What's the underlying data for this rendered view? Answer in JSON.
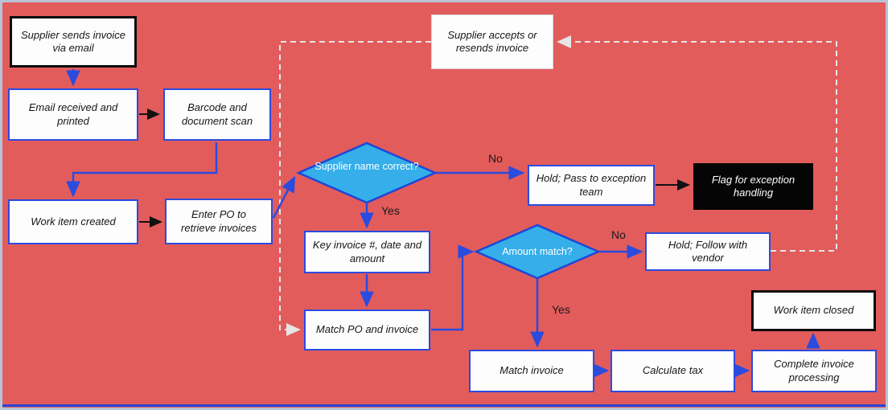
{
  "diagram": {
    "nodes": {
      "start": {
        "label": "Supplier sends invoice via email"
      },
      "email_received": {
        "label": "Email received and printed"
      },
      "barcode_scan": {
        "label": "Barcode and document scan"
      },
      "work_item_created": {
        "label": "Work item created"
      },
      "enter_po": {
        "label": "Enter PO to retrieve invoices"
      },
      "supplier_name_correct": {
        "label": "Supplier name correct?"
      },
      "key_invoice": {
        "label": "Key invoice #, date and amount"
      },
      "match_po_invoice": {
        "label": "Match PO and invoice"
      },
      "amount_match": {
        "label": "Amount match?"
      },
      "hold_exception": {
        "label": "Hold; Pass to exception team"
      },
      "flag_exception": {
        "label": "Flag for exception handling"
      },
      "hold_vendor": {
        "label": "Hold; Follow with vendor"
      },
      "supplier_accepts": {
        "label": "Supplier accepts or resends invoice"
      },
      "match_invoice": {
        "label": "Match invoice"
      },
      "calculate_tax": {
        "label": "Calculate tax"
      },
      "complete_processing": {
        "label": "Complete invoice processing"
      },
      "work_item_closed": {
        "label": "Work item closed"
      }
    },
    "edge_labels": {
      "supplier_no": "No",
      "supplier_yes": "Yes",
      "amount_no": "No",
      "amount_yes": "Yes"
    },
    "colors": {
      "background": "#e25c5c",
      "node_border": "#2b4bdf",
      "diamond_fill": "#35aee9",
      "black_node": "#050505",
      "dashed_line": "#e6e6e6"
    }
  }
}
